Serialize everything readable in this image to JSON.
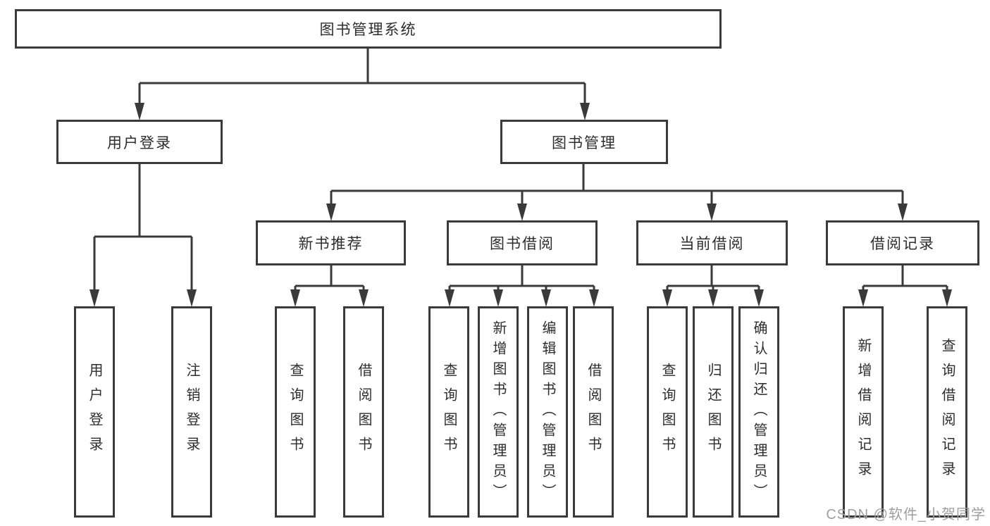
{
  "tree": {
    "label": "图书管理系统",
    "children": [
      {
        "label": "用户登录",
        "children": [
          {
            "label": "用户登录"
          },
          {
            "label": "注销登录"
          }
        ]
      },
      {
        "label": "图书管理",
        "children": [
          {
            "label": "新书推荐",
            "children": [
              {
                "label": "查询图书"
              },
              {
                "label": "借阅图书"
              }
            ]
          },
          {
            "label": "图书借阅",
            "children": [
              {
                "label": "查询图书"
              },
              {
                "label": "新增图书（管理员）"
              },
              {
                "label": "编辑图书（管理员）"
              },
              {
                "label": "借阅图书"
              }
            ]
          },
          {
            "label": "当前借阅",
            "children": [
              {
                "label": "查询图书"
              },
              {
                "label": "归还图书"
              },
              {
                "label": "确认归还（管理员）"
              }
            ]
          },
          {
            "label": "借阅记录",
            "children": [
              {
                "label": "新增借阅记录"
              },
              {
                "label": "查询借阅记录"
              }
            ]
          }
        ]
      }
    ]
  },
  "watermark": "CSDN @软件_小贺同学",
  "colors": {
    "line": "#3a3a3a",
    "text": "#2d2d2d",
    "watermark": "#9e9e9e",
    "background": "#ffffff"
  }
}
